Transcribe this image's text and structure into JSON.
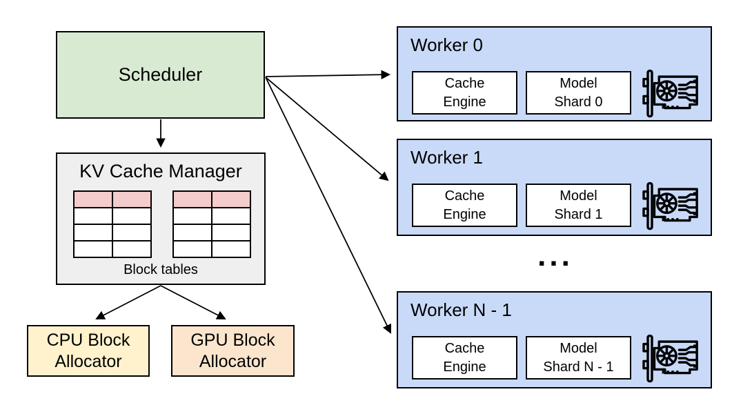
{
  "colors": {
    "scheduler_bg": "#d9ead3",
    "manager_bg": "#efefef",
    "table_header_bg": "#f4cccc",
    "table_cell_bg": "#ffffff",
    "cpu_allocator_bg": "#fff2cc",
    "gpu_allocator_bg": "#fce5cd",
    "worker_bg": "#c9daf8",
    "box_border": "#000000",
    "arrow": "#000000"
  },
  "scheduler": {
    "label": "Scheduler"
  },
  "kv_cache_manager": {
    "title": "KV Cache Manager",
    "caption": "Block tables",
    "block_tables": {
      "count": 2,
      "rows": 4,
      "columns": 2,
      "header_rows": 1
    }
  },
  "allocators": {
    "cpu": {
      "line1": "CPU Block",
      "line2": "Allocator"
    },
    "gpu": {
      "line1": "GPU Block",
      "line2": "Allocator"
    }
  },
  "workers": [
    {
      "title": "Worker 0",
      "cache_engine": {
        "line1": "Cache",
        "line2": "Engine"
      },
      "model_shard": {
        "line1": "Model",
        "line2": "Shard 0"
      }
    },
    {
      "title": "Worker 1",
      "cache_engine": {
        "line1": "Cache",
        "line2": "Engine"
      },
      "model_shard": {
        "line1": "Model",
        "line2": "Shard 1"
      }
    },
    {
      "title": "Worker N - 1",
      "cache_engine": {
        "line1": "Cache",
        "line2": "Engine"
      },
      "model_shard": {
        "line1": "Model",
        "line2": "Shard N - 1"
      }
    }
  ],
  "ellipsis": "..."
}
